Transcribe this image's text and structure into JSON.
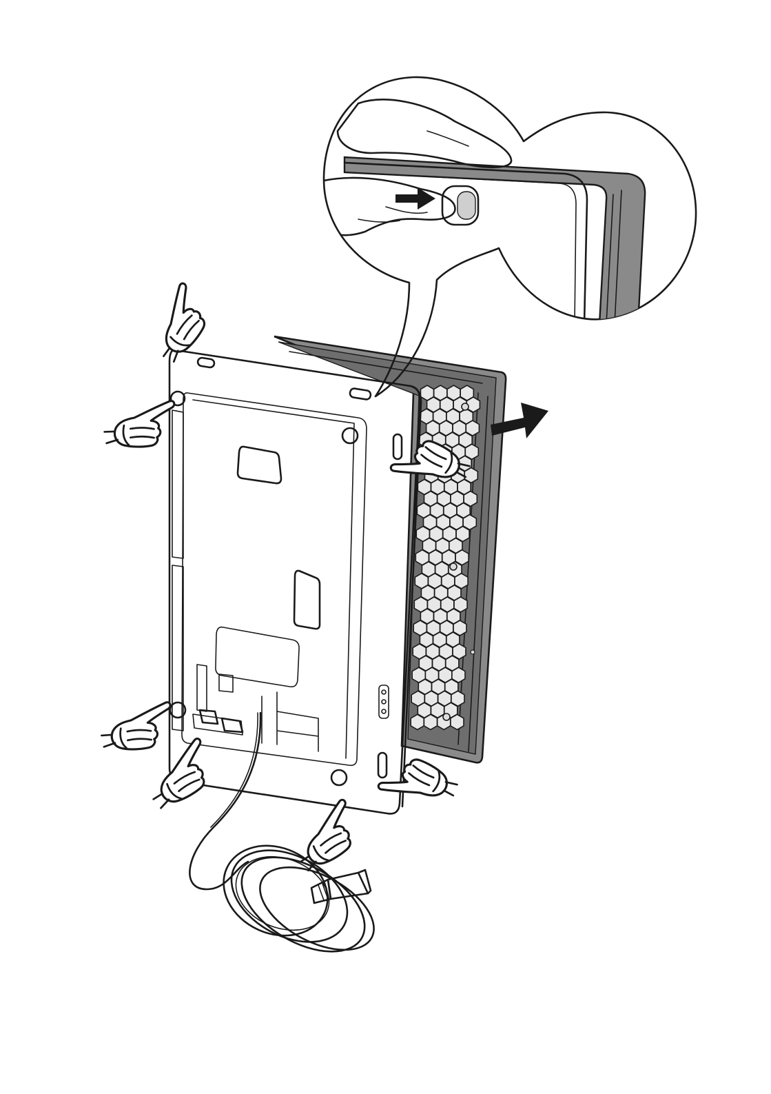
{
  "illustration": {
    "description_icons": {
      "detail_callout": "magnifier-callout",
      "remove_direction": "arrow-right-icon",
      "finger_press": "pointing-hand-icon"
    },
    "colors": {
      "ink": "#1a1a1a",
      "panel_gray": "#8a8a8a",
      "panel_dark": "#4a4a4a",
      "background": "#ffffff"
    },
    "hands": [
      {
        "id": "top-left-upper"
      },
      {
        "id": "left-upper"
      },
      {
        "id": "right-middle"
      },
      {
        "id": "left-lower"
      },
      {
        "id": "bottom-left"
      },
      {
        "id": "bottom-right"
      },
      {
        "id": "bottom-center"
      }
    ]
  }
}
